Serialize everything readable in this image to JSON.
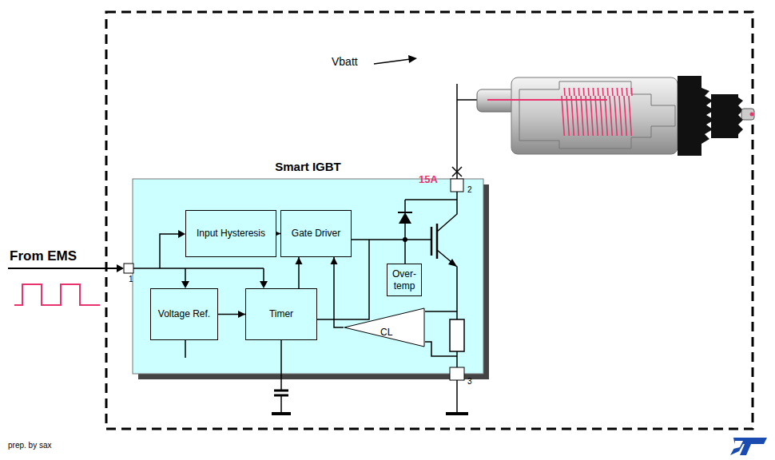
{
  "diagram": {
    "nodes": [
      {
        "text": [
          "Smart IGBT"
        ]
      },
      {
        "text": [
          "Input Hysteresis"
        ],
        "in": 0
      },
      {
        "text": [
          "Gate Driver"
        ],
        "in": 0
      },
      {
        "text": [
          "Voltage Ref."
        ],
        "in": 0
      },
      {
        "text": [
          "Timer"
        ],
        "in": 0
      },
      {
        "text": [
          "Over- temp"
        ],
        "in": 0
      },
      {
        "text": [
          "CL"
        ],
        "in": 0
      }
    ],
    "edges": [
      {
        "from": 1,
        "to": 2,
        "arrow": "to"
      },
      {
        "from": 3,
        "to": 4,
        "arrow": "to"
      },
      {
        "from": 4,
        "to": 2,
        "arrow": "to"
      },
      {
        "from": 6,
        "to": 2,
        "arrow": "to"
      }
    ],
    "labels": [
      "Vbatt",
      "15A",
      "From EMS",
      "1",
      "2",
      "3",
      "prep. by sax"
    ]
  }
}
